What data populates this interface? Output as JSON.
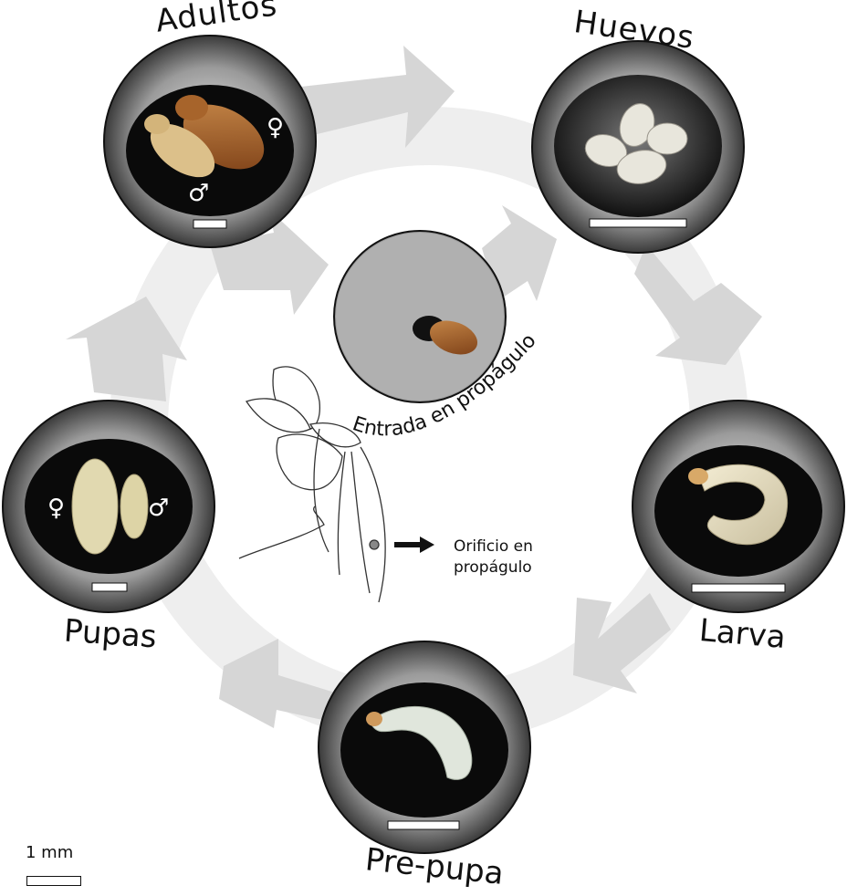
{
  "stages": {
    "adults": "Adultos",
    "eggs": "Huevos",
    "larva": "Larva",
    "prepupa": "Pre-pupa",
    "pupae": "Pupas"
  },
  "center": {
    "entry_caption": "Entrada en propágulo",
    "hole_label_line1": "Orificio en",
    "hole_label_line2": "propágulo"
  },
  "sex_symbols": {
    "female": "♀",
    "male": "♂"
  },
  "scale": {
    "label": "1 mm"
  },
  "colors": {
    "arrow": "#d3d3d3",
    "ring": "#ececec",
    "photo_background": "#0a0a0a"
  }
}
